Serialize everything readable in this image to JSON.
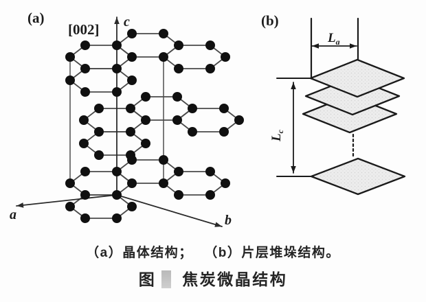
{
  "figure": {
    "panel_a": {
      "label": "(a)",
      "direction_label": "[002]",
      "axis_c": "c",
      "axis_a": "a",
      "axis_b": "b"
    },
    "panel_b": {
      "label": "(b)",
      "la_base": "L",
      "la_sub": "a",
      "lc_base": "L",
      "lc_sub": "c"
    },
    "caption": {
      "line1_a": "（a）晶体结构；",
      "line1_b": "（b）片层堆垛结构。",
      "line2_prefix": "图",
      "line2_title": "焦炭微晶结构"
    },
    "colors": {
      "atom": "#101010",
      "bond": "#4a4a4a",
      "cell_edge": "#5a5a5a",
      "axis": "#2a2a2a",
      "outline": "#1a1a1a",
      "layer_fill": "#ededed",
      "layer_dot": "#d6d6d6",
      "redaction": "#c7c7c7"
    }
  },
  "geometry": {
    "panel_a": {
      "layer_anchors": [
        [
          215,
          66
        ],
        [
          235,
          158
        ],
        [
          215,
          250
        ]
      ],
      "hex_offsets": [
        [
          0,
          0
        ],
        [
          -68,
          17
        ],
        [
          68,
          17
        ],
        [
          -68,
          51
        ]
      ],
      "hex_vertices": [
        [
          -45,
          0
        ],
        [
          -23,
          -17
        ],
        [
          23,
          -17
        ],
        [
          45,
          0
        ],
        [
          23,
          17
        ],
        [
          -23,
          17
        ]
      ],
      "atom_radius": 7,
      "cell_edges": [
        [
          102,
          83,
          102,
          272
        ],
        [
          238,
          83,
          238,
          272
        ]
      ],
      "c_axis": [
        170,
        284,
        170,
        25
      ],
      "a_axis": [
        170,
        284,
        24,
        300
      ],
      "b_axis": [
        170,
        284,
        323,
        330
      ]
    },
    "panel_b": {
      "verticals": [
        [
          453,
          27,
          453,
          113
        ],
        [
          521,
          27,
          521,
          88
        ]
      ],
      "ticks": [
        [
          403,
          114,
          452,
          114
        ],
        [
          403,
          257,
          452,
          257
        ]
      ],
      "dashed": [
        514,
        196,
        514,
        229
      ],
      "la_arrow": [
        454,
        67,
        519,
        67
      ],
      "lc_arrow": [
        427,
        120,
        427,
        252
      ],
      "diamonds": [
        [
          509,
          166,
          68,
          27
        ],
        [
          513,
          140,
          68,
          27
        ],
        [
          520,
          114,
          68,
          27
        ],
        [
          521,
          257,
          68,
          26
        ]
      ]
    }
  }
}
